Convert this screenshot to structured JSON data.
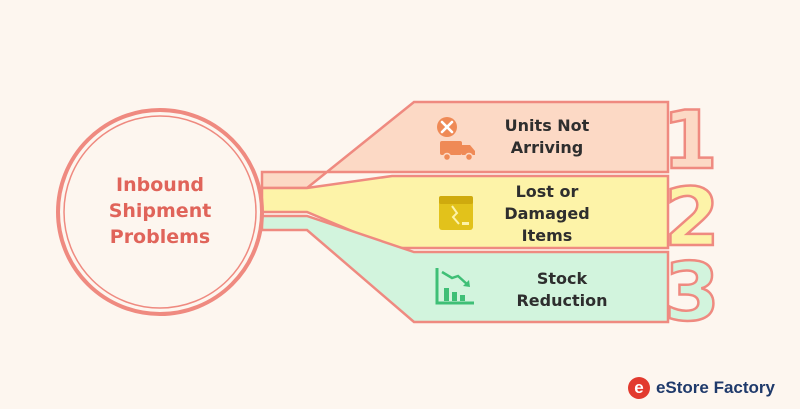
{
  "center": {
    "lines": [
      "Inbound",
      "Shipment",
      "Problems"
    ]
  },
  "items": [
    {
      "number": "1",
      "lines": [
        "Units Not",
        "Arriving"
      ],
      "icon": "truck-cancel-icon",
      "fill": "#fcd9c5",
      "accent": "#ef8a56"
    },
    {
      "number": "2",
      "lines": [
        "Lost or",
        "Damaged",
        "Items"
      ],
      "icon": "damaged-box-icon",
      "fill": "#fdf3a8",
      "accent": "#e2c21b"
    },
    {
      "number": "3",
      "lines": [
        "Stock",
        "Reduction"
      ],
      "icon": "declining-chart-icon",
      "fill": "#d2f4dd",
      "accent": "#3fbf76"
    }
  ],
  "colors": {
    "outline": "#ef8a80",
    "background": "#fdf6ef"
  },
  "brand": {
    "mark": "e",
    "name": "eStore Factory"
  }
}
